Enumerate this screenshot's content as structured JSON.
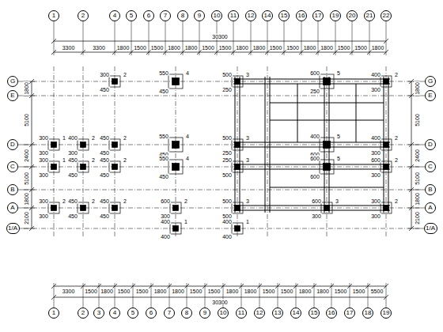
{
  "diagram": {
    "nodes": [
      {
        "text": [
          "1"
        ]
      },
      {
        "text": [
          "2"
        ]
      },
      {
        "text": [
          "4"
        ]
      },
      {
        "text": [
          "5"
        ]
      },
      {
        "text": [
          "6"
        ]
      },
      {
        "text": [
          "7"
        ]
      },
      {
        "text": [
          "8"
        ]
      },
      {
        "text": [
          "9"
        ]
      },
      {
        "text": [
          "10"
        ]
      },
      {
        "text": [
          "11"
        ]
      },
      {
        "text": [
          "12"
        ]
      },
      {
        "text": [
          "14"
        ]
      },
      {
        "text": [
          "15"
        ]
      },
      {
        "text": [
          "16"
        ]
      },
      {
        "text": [
          "17"
        ]
      },
      {
        "text": [
          "19"
        ]
      },
      {
        "text": [
          "20"
        ]
      },
      {
        "text": [
          "21"
        ]
      },
      {
        "text": [
          "22"
        ]
      },
      {
        "text": [
          "1"
        ]
      },
      {
        "text": [
          "2"
        ]
      },
      {
        "text": [
          "3"
        ]
      },
      {
        "text": [
          "4"
        ]
      },
      {
        "text": [
          "5"
        ]
      },
      {
        "text": [
          "6"
        ]
      },
      {
        "text": [
          "7"
        ]
      },
      {
        "text": [
          "8"
        ]
      },
      {
        "text": [
          "9"
        ]
      },
      {
        "text": [
          "10"
        ]
      },
      {
        "text": [
          "11"
        ]
      },
      {
        "text": [
          "12"
        ]
      },
      {
        "text": [
          "13"
        ]
      },
      {
        "text": [
          "14"
        ]
      },
      {
        "text": [
          "15"
        ]
      },
      {
        "text": [
          "16"
        ]
      },
      {
        "text": [
          "17"
        ]
      },
      {
        "text": [
          "18"
        ]
      },
      {
        "text": [
          "19"
        ]
      },
      {
        "text": [
          "G"
        ]
      },
      {
        "text": [
          "E"
        ]
      },
      {
        "text": [
          "D"
        ]
      },
      {
        "text": [
          "C"
        ]
      },
      {
        "text": [
          "B"
        ]
      },
      {
        "text": [
          "A"
        ]
      },
      {
        "text": [
          "1/A"
        ]
      },
      {
        "text": [
          "G"
        ]
      },
      {
        "text": [
          "E"
        ]
      },
      {
        "text": [
          "D"
        ]
      },
      {
        "text": [
          "C"
        ]
      },
      {
        "text": [
          "B"
        ]
      },
      {
        "text": [
          "A"
        ]
      },
      {
        "text": [
          "1/A"
        ]
      }
    ],
    "labels": [
      "30300",
      "3300",
      "3300",
      "1800",
      "1500",
      "1500",
      "1800",
      "1800",
      "1500",
      "1500",
      "1800",
      "1800",
      "1500",
      "1500",
      "1800",
      "1800",
      "1500",
      "1500",
      "1800",
      "3300",
      "1500",
      "1800",
      "1500",
      "1500",
      "1800",
      "1800",
      "1500",
      "1500",
      "1800",
      "1800",
      "1500",
      "1500",
      "1800",
      "1800",
      "1500",
      "1500",
      "5500",
      "30300",
      "1800",
      "5100",
      "2400",
      "5100",
      "1800",
      "2100",
      "1800",
      "5100",
      "2400",
      "5100",
      "1800",
      "2100",
      "2",
      "300",
      "450",
      "4",
      "550",
      "450",
      "3",
      "500",
      "250",
      "5",
      "600",
      "250",
      "2",
      "400",
      "300",
      "1",
      "300",
      "300",
      "2",
      "400",
      "300",
      "2",
      "450",
      "450",
      "4",
      "550",
      "450",
      "3",
      "500",
      "250",
      "5",
      "400",
      "600",
      "2",
      "400",
      "300",
      "1",
      "300",
      "300",
      "2",
      "450",
      "450",
      "2",
      "450",
      "450",
      "4",
      "550",
      "450",
      "3",
      "250",
      "500",
      "5",
      "600",
      "600",
      "2",
      "600",
      "300",
      "2",
      "300",
      "300",
      "2",
      "450",
      "450",
      "2",
      "450",
      "450",
      "2",
      "600",
      "300",
      "3",
      "500",
      "500",
      "3",
      "600",
      "300",
      "2",
      "300",
      "300",
      "1",
      "400",
      "400",
      "1",
      "400",
      "400"
    ]
  }
}
